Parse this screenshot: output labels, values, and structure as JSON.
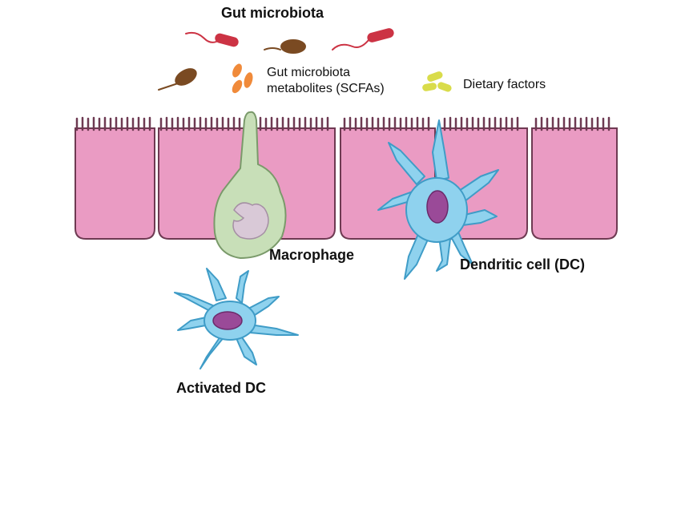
{
  "labels": {
    "gut_microbiota": "Gut microbiota",
    "metabolites_line1": "Gut microbiota",
    "metabolites_line2": "metabolites (SCFAs)",
    "dietary_factors": "Dietary factors",
    "macrophage": "Macrophage",
    "dendritic_cell": "Dendritic cell (DC)",
    "activated_dc": "Activated DC"
  },
  "colors": {
    "epithelial_fill": "#ea9bc3",
    "epithelial_stroke": "#6e3a52",
    "macrophage_fill": "#c8dfb8",
    "macrophage_nucleus": "#d9c9d7",
    "dendritic_fill": "#8fd2ee",
    "dendritic_nucleus": "#9a4a98",
    "bacteria_red": "#cc3344",
    "bacteria_brown": "#7a4a22",
    "scfa_orange": "#f08a3a",
    "dietary_yellow": "#d9dc4a"
  },
  "icons": {
    "microbes": [
      "rod-bacterium-icon",
      "flagellated-bacterium-icon"
    ],
    "metabolites": "scfa-particles-icon",
    "dietary": "dietary-particles-icon"
  }
}
